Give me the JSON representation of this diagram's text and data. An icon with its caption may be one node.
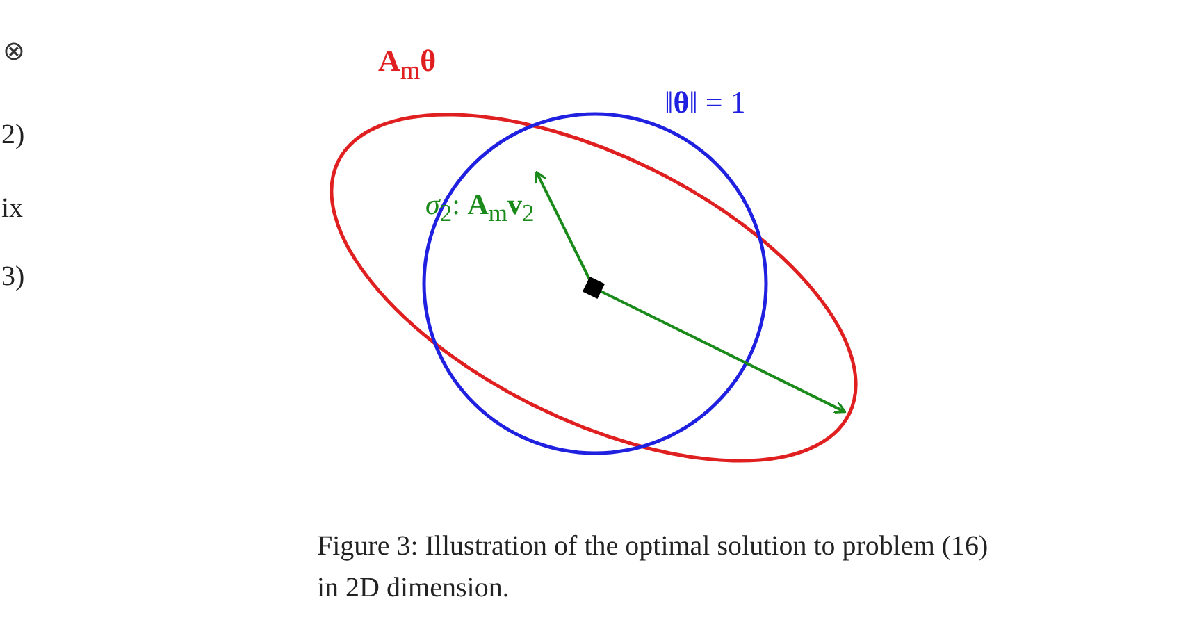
{
  "diagram": {
    "caption": "Figure 3: Illustration of the optimal solution to problem (16) in 2D dimension.",
    "labels": [
      "⊗",
      "2)",
      "ix",
      "3)",
      "**A**$_{m}$**θ**",
      "‖**θ**‖ = 1",
      "*σ*$_{2}$: **A**$_{m}$**v**$_{2}$"
    ]
  }
}
